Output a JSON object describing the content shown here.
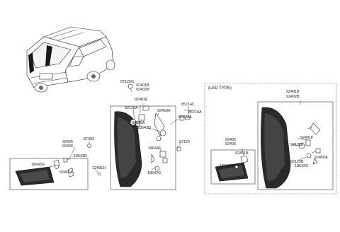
{
  "section_label": "(LED TYPE)",
  "labels": {
    "p87125G": "87125G",
    "p92401B": "92401B",
    "p92402B": "92402B",
    "p92481E": "92481E",
    "p92128A": "92128A",
    "p92450A": "92450A",
    "p92125A": "92125A",
    "p18643D_c": "18643D",
    "p85714C": "85714C",
    "p85719A": "85719A",
    "p82423A": "82423A",
    "p18644E": "18644E",
    "p87126": "87126",
    "p18642G": "18642G",
    "p1249EH": "1249EH",
    "p92405": "92405",
    "p92406": "92406",
    "p87393": "87393",
    "p18643G_l": "18643G",
    "p18643D_l": "18643D",
    "p92451A_l": "92451A",
    "led_92401B": "92401B",
    "led_92402B": "92402B",
    "led_92481F": "92481F",
    "led_92126B": "92126B",
    "led_92125B": "92125B",
    "led_18642G": "18642G",
    "led_92450A": "92450A",
    "led_92405": "92405",
    "led_92406": "92406",
    "led_92451A": "92451A",
    "led_18643G": "18643G"
  }
}
